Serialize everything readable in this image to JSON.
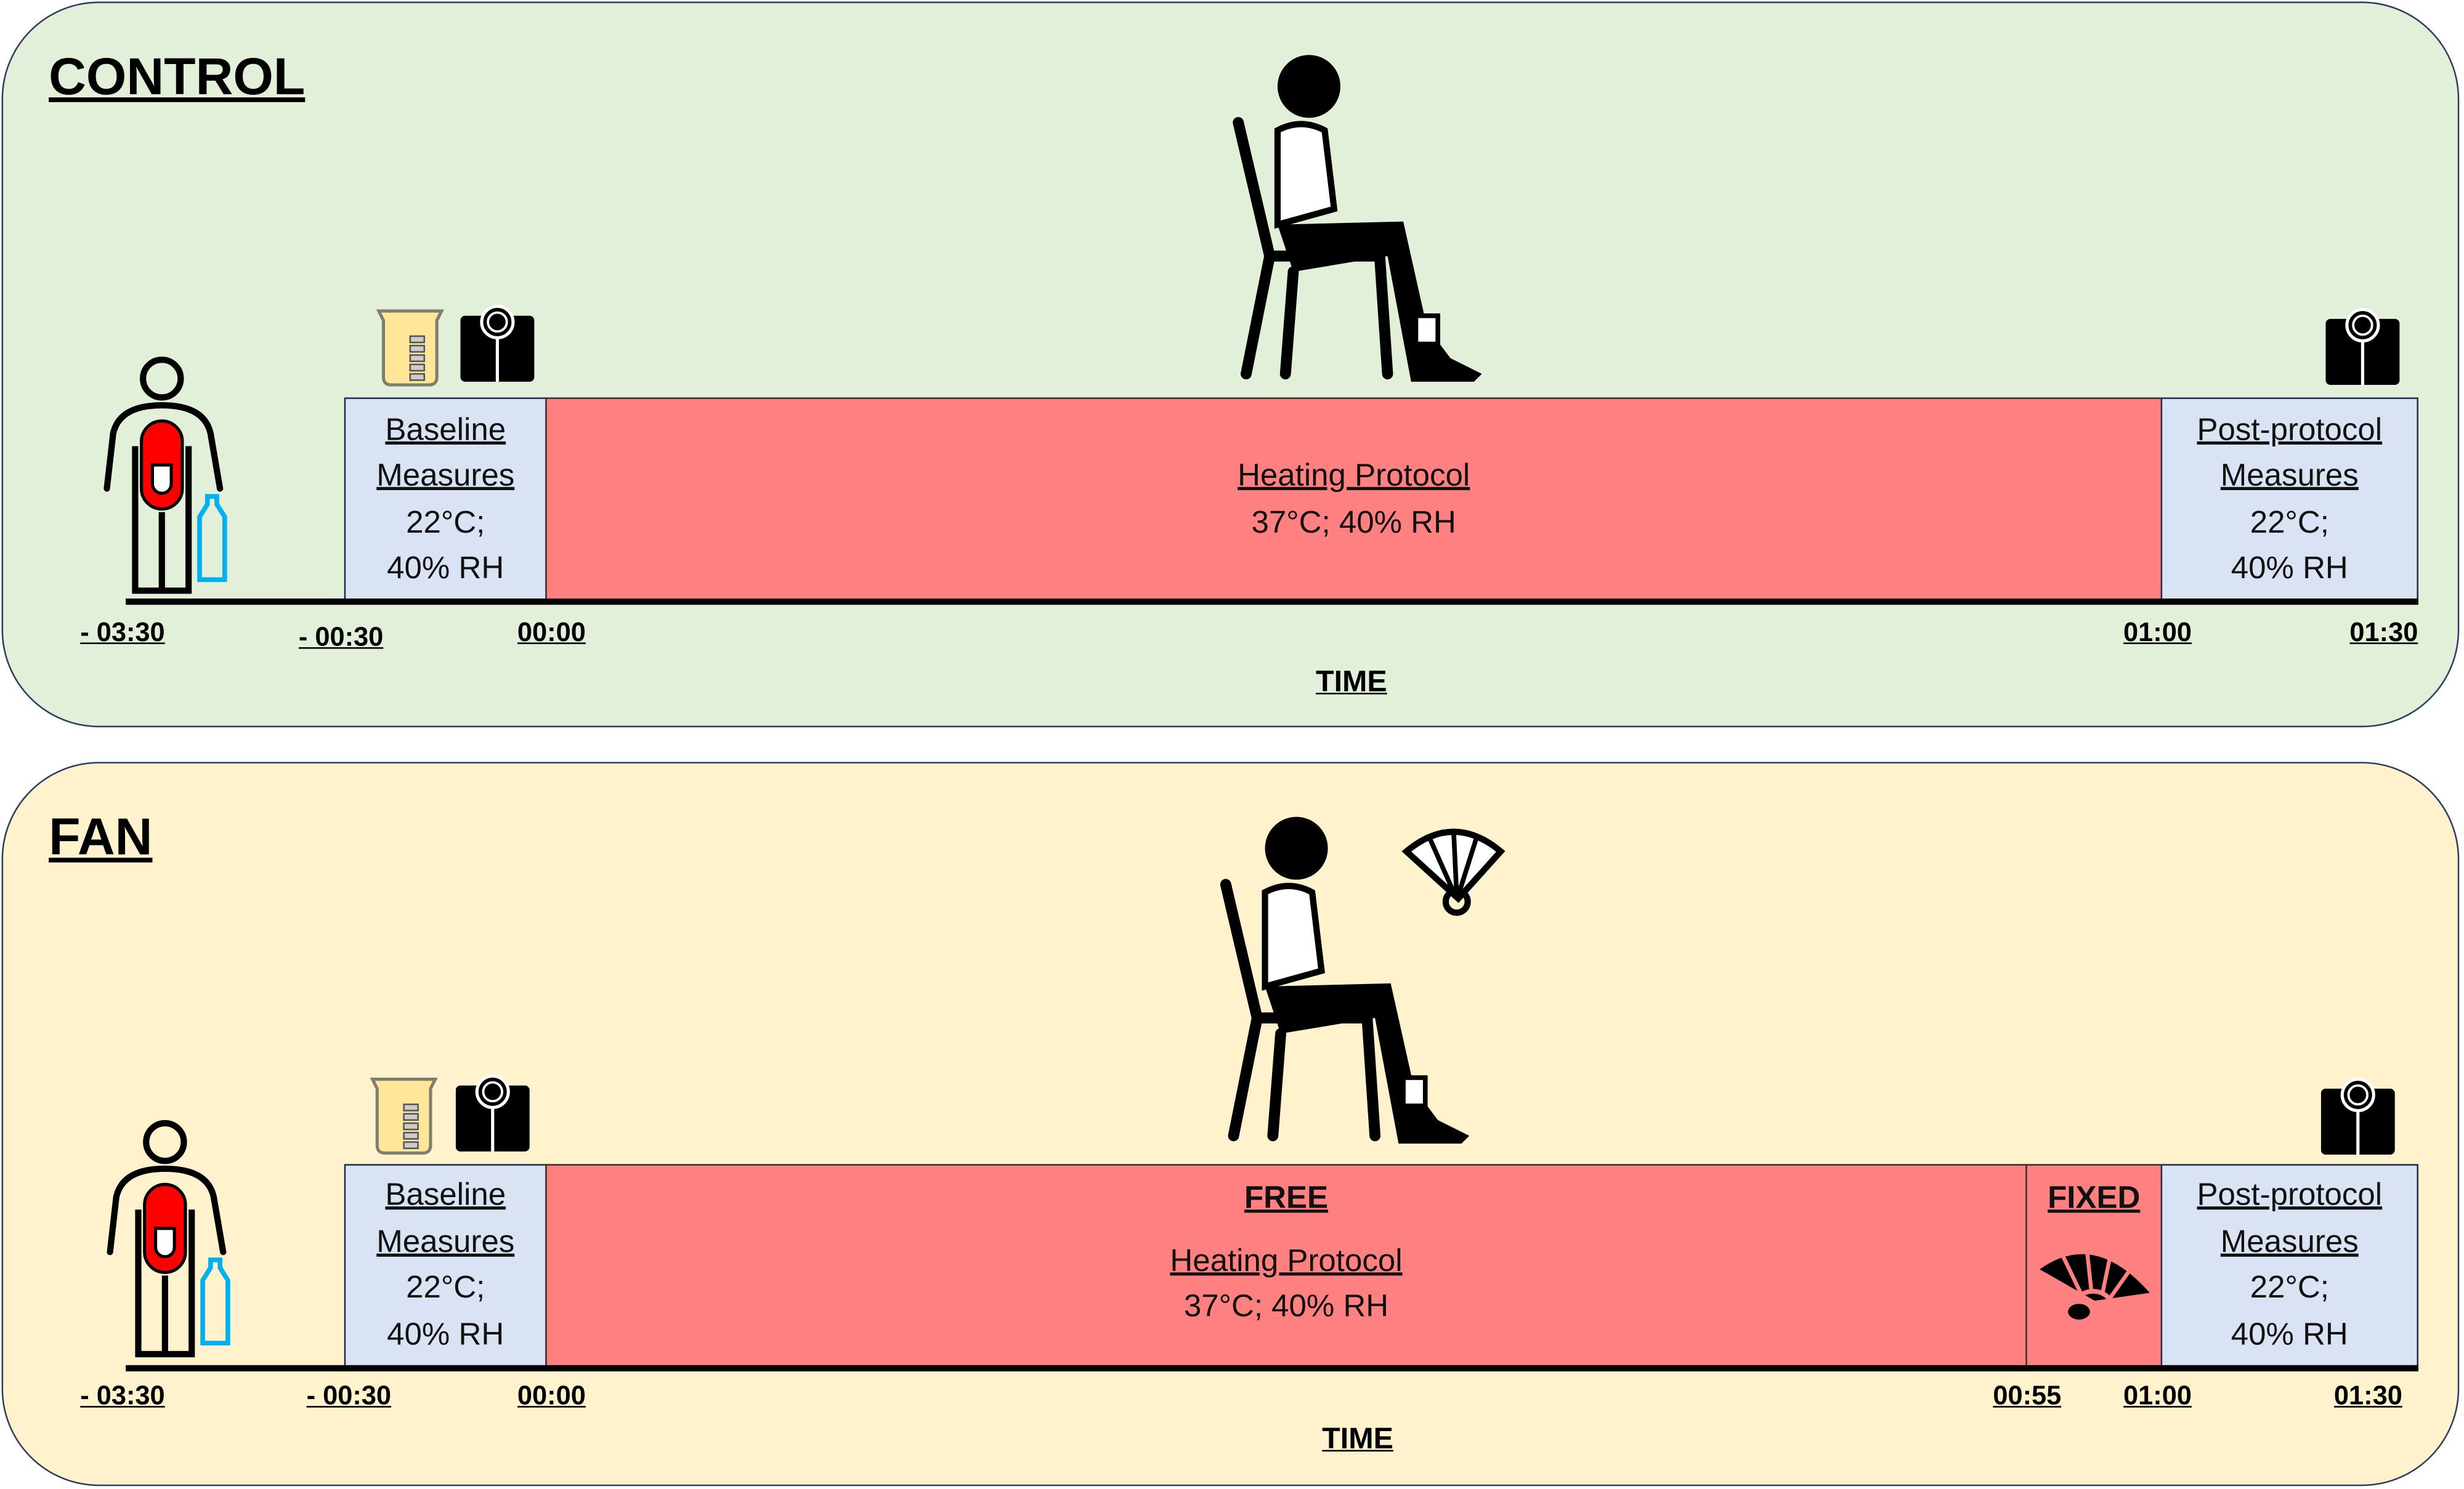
{
  "control": {
    "title": "CONTROL",
    "baseline": {
      "title1": "Baseline",
      "title2": "Measures",
      "cond1": "22°C;",
      "cond2": "40% RH"
    },
    "heating": {
      "title": "Heating Protocol",
      "cond": "37°C; 40% RH"
    },
    "post": {
      "title1": "Post-protocol",
      "title2": "Measures",
      "cond1": "22°C;",
      "cond2": "40% RH"
    },
    "ticks": [
      "- 03:30",
      "- 00:30",
      "00:00",
      "01:00",
      "01:30"
    ],
    "axis_label": "TIME"
  },
  "fan": {
    "title": "FAN",
    "baseline": {
      "title1": "Baseline",
      "title2": "Measures",
      "cond1": "22°C;",
      "cond2": "40% RH"
    },
    "heating": {
      "phase": "FREE",
      "title": "Heating Protocol",
      "cond": "37°C; 40% RH"
    },
    "fixed": {
      "label": "FIXED"
    },
    "post": {
      "title1": "Post-protocol",
      "title2": "Measures",
      "cond1": "22°C;",
      "cond2": "40% RH"
    },
    "ticks": [
      "- 03:30",
      "- 00:30",
      "00:00",
      "00:55",
      "01:00",
      "01:30"
    ],
    "axis_label": "TIME"
  },
  "colors": {
    "control_bg": "#e2efd9",
    "fan_bg": "#fff2cc",
    "measure_box": "#dae3f3",
    "heating": "#ff8080",
    "capsule": "#ff0000",
    "bottle": "#00b0f0"
  }
}
